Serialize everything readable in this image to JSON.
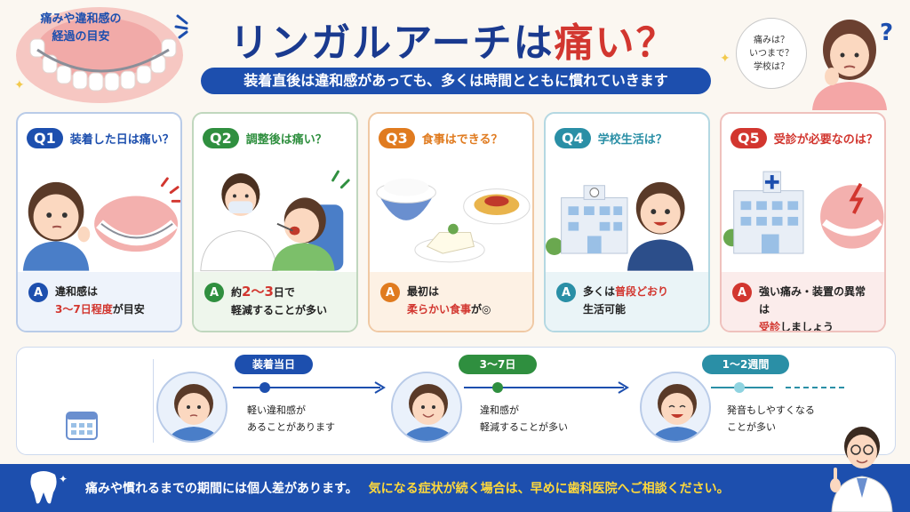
{
  "header": {
    "title_main": "リンガルアーチは",
    "title_accent": "痛い？",
    "subtitle": "装着直後は違和感があっても、多くは時間とともに慣れていきます"
  },
  "bubble": {
    "lines": [
      "痛みは？",
      "いつまで？",
      "学校は？"
    ]
  },
  "cards": [
    {
      "q_label": "Q1",
      "question": "装着した日は痛い？",
      "answer_line1": "違和感は",
      "answer_hl": "3〜7日程度",
      "answer_tail": "が目安",
      "color": "#1d4fae"
    },
    {
      "q_label": "Q2",
      "question": "調整後は痛い？",
      "answer_line1_pre": "約",
      "answer_hl": "2〜3",
      "answer_line1_post": "日で",
      "answer_line2": "軽減することが多い",
      "color": "#2f8f3f"
    },
    {
      "q_label": "Q3",
      "question": "食事はできる？",
      "answer_line1": "最初は",
      "answer_hl": "柔らかい食事",
      "answer_tail": "が◎",
      "color": "#e07b1f"
    },
    {
      "q_label": "Q4",
      "question": "学校生活は？",
      "answer_line1_pre": "多くは",
      "answer_hl": "普段どおり",
      "answer_line2": "生活可能",
      "color": "#2a8fa6"
    },
    {
      "q_label": "Q5",
      "question": "受診が必要なのは？",
      "answer_line1": "強い痛み・装置の異常は",
      "answer_hl": "受診",
      "answer_tail": "しましょう",
      "color": "#d2362f"
    }
  ],
  "timeline": {
    "title_line1": "痛みや違和感の",
    "title_line2": "経過の目安",
    "stages": [
      {
        "label": "装着当日",
        "text1": "軽い違和感が",
        "text2": "あることがあります",
        "color": "#1d4fae"
      },
      {
        "label": "3〜7日",
        "text1": "違和感が",
        "text2": "軽減することが多い",
        "color": "#2f8f3f"
      },
      {
        "label": "1〜2週間",
        "text1": "発音もしやすくなる",
        "text2": "ことが多い",
        "color": "#2a8fa6"
      }
    ]
  },
  "footer": {
    "text_white": "痛みや慣れるまでの期間には個人差があります。",
    "text_yellow": "気になる症状が続く場合は、早めに歯科医院へご相談ください。"
  }
}
